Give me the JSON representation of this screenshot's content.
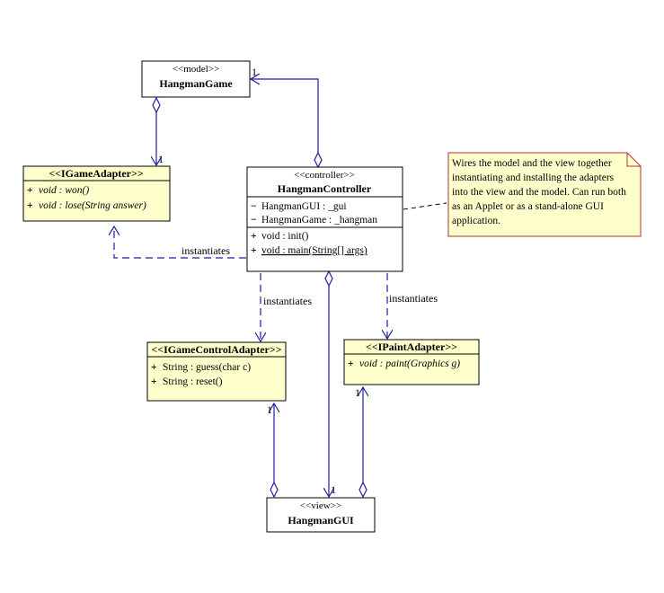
{
  "colors": {
    "line": "#1f1fa0",
    "interface_fill": "#ffffcc",
    "box_stroke": "#000000",
    "note_stroke": "#b03030",
    "note_fill": "#ffffcc"
  },
  "classes": {
    "hangman_game": {
      "stereotype": "<<model>>",
      "name": "HangmanGame"
    },
    "hangman_controller": {
      "stereotype": "<<controller>>",
      "name": "HangmanController",
      "attributes": [
        {
          "sign": "−",
          "text": "HangmanGUI : _gui"
        },
        {
          "sign": "−",
          "text": "HangmanGame : _hangman"
        }
      ],
      "operations": [
        {
          "sign": "+",
          "text": "void : init()"
        },
        {
          "sign": "+",
          "text": "void : main(String[] args)"
        }
      ]
    },
    "hangman_gui": {
      "stereotype": "<<view>>",
      "name": "HangmanGUI"
    },
    "i_game_adapter": {
      "title": "<<IGameAdapter>>",
      "operations": [
        {
          "sign": "+",
          "text": "void : won()"
        },
        {
          "sign": "+",
          "text": "void : lose(String answer)"
        }
      ]
    },
    "i_game_control_adapter": {
      "title": "<<IGameControlAdapter>>",
      "operations": [
        {
          "sign": "+",
          "text": "String : guess(char c)"
        },
        {
          "sign": "+",
          "text": "String : reset()"
        }
      ]
    },
    "i_paint_adapter": {
      "title": "<<IPaintAdapter>>",
      "operations": [
        {
          "sign": "+",
          "text": "void : paint(Graphics g)"
        }
      ]
    }
  },
  "labels": {
    "instantiates_left": "instantiates",
    "instantiates_control": "instantiates",
    "instantiates_paint": "instantiates"
  },
  "multiplicity": {
    "game_top": "1",
    "game_adapter": "1",
    "control_adapter": "1",
    "paint_adapter": "1",
    "gui_top": "1"
  },
  "note": {
    "lines": [
      "Wires the model and the view together",
      "instantiating and installing the adapters",
      "into the view and the model.  Can run both",
      "as an Applet or as a stand-alone GUI",
      "application."
    ]
  }
}
